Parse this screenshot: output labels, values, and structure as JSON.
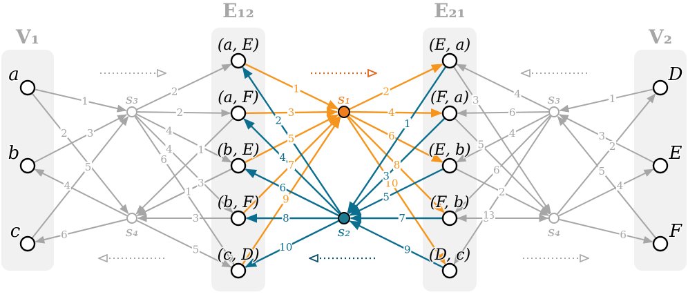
{
  "groups": {
    "v1": "V₁",
    "e12": "E₁₂",
    "e21": "E₂₁",
    "v2": "V₂"
  },
  "colors": {
    "gray": "#a6a6a6",
    "orange": "#f5951e",
    "teal": "#0b6e8e",
    "panel": "#f1f1f1",
    "orange_node": "#f07e1e",
    "teal_node": "#1c7b90"
  },
  "nodes": {
    "a": "a",
    "b": "b",
    "c": "c",
    "aE": "(a, E)",
    "aF": "(a, F)",
    "bE": "(b, E)",
    "bF": "(b, F)",
    "cD": "(c, D)",
    "s1": "s₁",
    "s2": "s₂",
    "Ea": "(E, a)",
    "Fa": "(F, a)",
    "Eb": "(E, b)",
    "Fb": "(F, b)",
    "Dc": "(D, c)",
    "D": "D",
    "E": "E",
    "F": "F",
    "L3": "s₃",
    "L4": "s₄",
    "R3": "s₃",
    "R4": "s₄"
  },
  "edges": [
    {
      "id": "a-L3",
      "label": "1",
      "color": "gray"
    },
    {
      "id": "a-L4",
      "label": "2",
      "color": "gray"
    },
    {
      "id": "b-L3",
      "label": "3",
      "color": "gray"
    },
    {
      "id": "L4-b",
      "label": "4",
      "color": "gray"
    },
    {
      "id": "c-L3",
      "label": "5",
      "color": "gray"
    },
    {
      "id": "L4-c",
      "label": "6",
      "color": "gray"
    },
    {
      "id": "L3-aE",
      "label": "2",
      "color": "gray"
    },
    {
      "id": "L3-aF",
      "label": "2",
      "color": "gray"
    },
    {
      "id": "L3-bE",
      "label": "4",
      "color": "gray"
    },
    {
      "id": "L3-bF",
      "label": "4",
      "color": "gray"
    },
    {
      "id": "L3-cD",
      "label": "6",
      "color": "gray"
    },
    {
      "id": "aF-L4",
      "label": "1",
      "color": "gray"
    },
    {
      "id": "bE-L4",
      "label": "1",
      "color": "gray"
    },
    {
      "id": "bE-L4b",
      "label": "3",
      "color": "gray"
    },
    {
      "id": "bF-L4",
      "label": "3",
      "color": "gray"
    },
    {
      "id": "L4-cD",
      "label": "5",
      "color": "gray"
    },
    {
      "id": "aE-s1",
      "label": "1",
      "color": "orange"
    },
    {
      "id": "aF-s1",
      "label": "3",
      "color": "orange"
    },
    {
      "id": "bE-s1",
      "label": "5",
      "color": "orange"
    },
    {
      "id": "bF-s1",
      "label": "7",
      "color": "orange"
    },
    {
      "id": "cD-s1",
      "label": "9",
      "color": "orange"
    },
    {
      "id": "s1-Ea",
      "label": "2",
      "color": "orange"
    },
    {
      "id": "s1-Fa",
      "label": "4",
      "color": "orange"
    },
    {
      "id": "s1-Eb",
      "label": "6",
      "color": "orange"
    },
    {
      "id": "s1-Fb",
      "label": "8",
      "color": "orange"
    },
    {
      "id": "s1-Dc",
      "label": "10",
      "color": "orange"
    },
    {
      "id": "s2-aE",
      "label": "2",
      "color": "teal"
    },
    {
      "id": "s2-aF",
      "label": "4",
      "color": "teal"
    },
    {
      "id": "s2-bE",
      "label": "6",
      "color": "teal"
    },
    {
      "id": "s2-bF",
      "label": "8",
      "color": "teal"
    },
    {
      "id": "s2-cD",
      "label": "10",
      "color": "teal"
    },
    {
      "id": "Ea-s2",
      "label": "1",
      "color": "teal"
    },
    {
      "id": "Fa-s2",
      "label": "3",
      "color": "teal"
    },
    {
      "id": "Eb-s2",
      "label": "5",
      "color": "teal"
    },
    {
      "id": "Fb-s2",
      "label": "7",
      "color": "teal"
    },
    {
      "id": "Dc-s2",
      "label": "9",
      "color": "teal"
    },
    {
      "id": "Ea-R4",
      "label": "3",
      "color": "gray"
    },
    {
      "id": "Fa-R4",
      "label": "5",
      "color": "gray"
    },
    {
      "id": "Eb-R4",
      "label": "2",
      "color": "gray"
    },
    {
      "id": "Fb-R4",
      "label": "5",
      "color": "gray"
    },
    {
      "id": "R4-Fb",
      "label": "3",
      "color": "gray"
    },
    {
      "id": "R3-Ea",
      "label": "4",
      "color": "gray"
    },
    {
      "id": "R3-Fa",
      "label": "6",
      "color": "gray"
    },
    {
      "id": "R3-Eb",
      "label": "4",
      "color": "gray"
    },
    {
      "id": "R3-Fb",
      "label": "6",
      "color": "gray"
    },
    {
      "id": "R3-Dc",
      "label": "1",
      "color": "gray"
    },
    {
      "id": "D-R3",
      "label": "1",
      "color": "gray"
    },
    {
      "id": "E-R3",
      "label": "3",
      "color": "gray"
    },
    {
      "id": "F-R3",
      "label": "5",
      "color": "gray"
    },
    {
      "id": "R4-D",
      "label": "2",
      "color": "gray"
    },
    {
      "id": "R4-E",
      "label": "4",
      "color": "gray"
    },
    {
      "id": "R4-F",
      "label": "6",
      "color": "gray"
    }
  ]
}
